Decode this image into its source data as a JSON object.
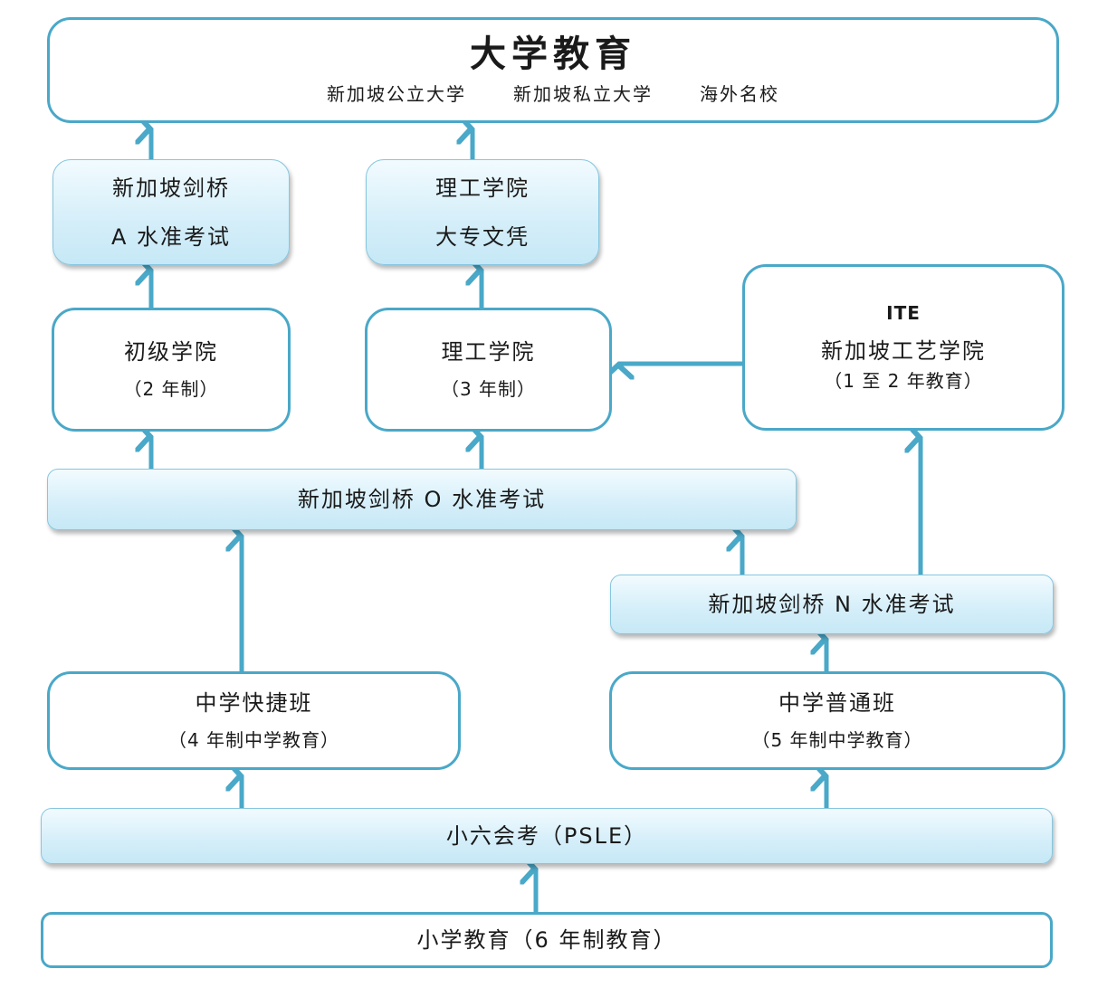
{
  "university": {
    "title": "大学教育",
    "subtitles": [
      "新加坡公立大学",
      "新加坡私立大学",
      "海外名校"
    ]
  },
  "a_level": {
    "line1": "新加坡剑桥",
    "line2": "A 水准考试"
  },
  "poly_diploma": {
    "line1": "理工学院",
    "line2": "大专文凭"
  },
  "junior_college": {
    "line1": "初级学院",
    "line2": "（2 年制）"
  },
  "polytechnic": {
    "line1": "理工学院",
    "line2": "（3 年制）"
  },
  "ite": {
    "line1": "ITE",
    "line2": "新加坡工艺学院",
    "line3": "（1 至 2 年教育）"
  },
  "o_level": {
    "label": "新加坡剑桥 O 水准考试"
  },
  "n_level": {
    "label": "新加坡剑桥 N 水准考试"
  },
  "express": {
    "line1": "中学快捷班",
    "line2": "（4 年制中学教育）"
  },
  "normal": {
    "line1": "中学普通班",
    "line2": "（5 年制中学教育）"
  },
  "psle": {
    "label": "小六会考（PSLE）"
  },
  "primary": {
    "label": "小学教育（6 年制教育）"
  },
  "colors": {
    "stroke": "#4aa8c8",
    "arrow": "#4aa8c8",
    "fill_light": "#d4eef9"
  }
}
